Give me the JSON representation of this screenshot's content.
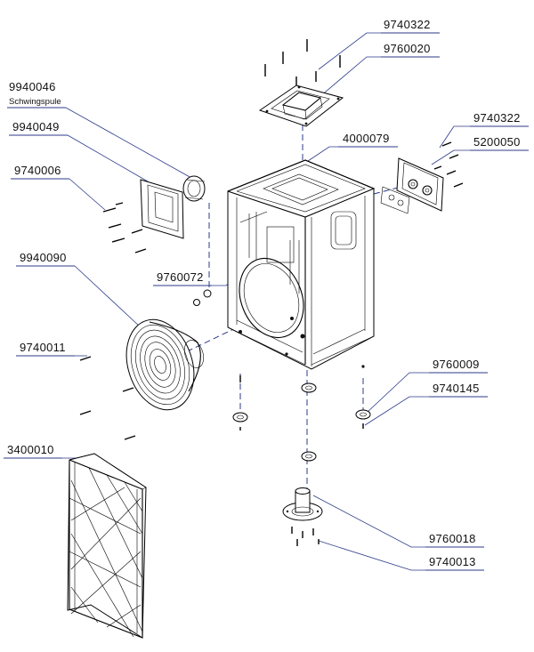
{
  "parts": {
    "p_9740322_top": "9740322",
    "p_9760020": "9760020",
    "p_9940046": "9940046",
    "p_schwingspule": "Schwingspule",
    "p_9740322_right": "9740322",
    "p_9940049": "9940049",
    "p_5200050": "5200050",
    "p_4000079": "4000079",
    "p_9740006": "9740006",
    "p_9940090": "9940090",
    "p_9760072": "9760072",
    "p_9740011": "9740011",
    "p_9760009": "9760009",
    "p_9740145": "9740145",
    "p_3400010": "3400010",
    "p_9760018": "9760018",
    "p_9740013": "9740013"
  },
  "colors": {
    "leader": "#2c3a8a",
    "line": "#000000",
    "text": "#111111"
  }
}
